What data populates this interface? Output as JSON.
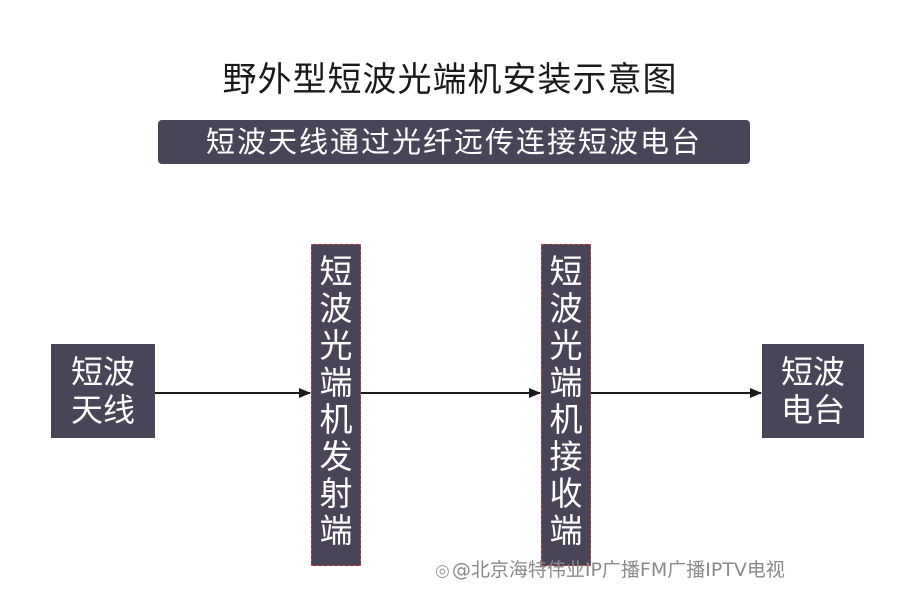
{
  "title": "野外型短波光端机安装示意图",
  "subtitle": "短波天线通过光纤远传连接短波电台",
  "nodes": {
    "antenna": "短波天线",
    "transmitter": "短波光端机发射端",
    "receiver": "短波光端机接收端",
    "radio": "短波电台"
  },
  "watermark": {
    "icon": "weibo-logo-icon",
    "text": "@北京海特伟业IP广播FM广播IPTV电视"
  }
}
